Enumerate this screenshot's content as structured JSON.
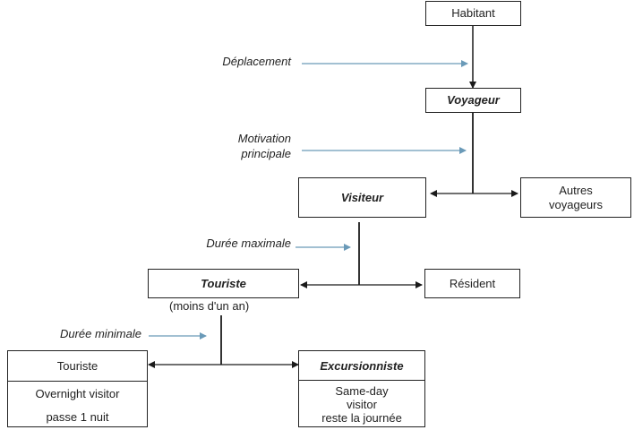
{
  "nodes": {
    "habitant": "Habitant",
    "voyageur": "Voyageur",
    "visiteur": "Visiteur",
    "autres_voyageurs": [
      "Autres",
      "voyageurs"
    ],
    "touriste_main": "Touriste",
    "touriste_note": "(moins d'un an)",
    "resident": "Résident",
    "touriste_leaf": {
      "title": "Touriste",
      "lines": [
        "Overnight visitor",
        "passe 1 nuit"
      ]
    },
    "excursionniste": {
      "title": "Excursionniste",
      "lines": [
        "Same-day",
        "visitor",
        "reste la journée"
      ]
    }
  },
  "criteria": {
    "deplacement": "Déplacement",
    "motivation": [
      "Motivation",
      "principale"
    ],
    "duree_max": "Durée maximale",
    "duree_min": "Durée minimale"
  },
  "colors": {
    "line": "#1a1a1a",
    "criterion_arrow": "#6a9ab8"
  }
}
